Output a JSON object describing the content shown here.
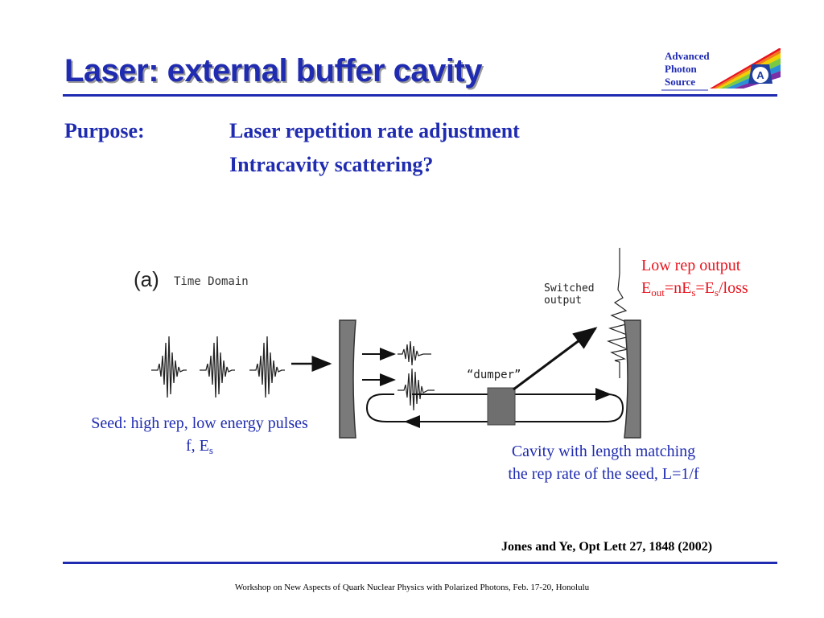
{
  "slide": {
    "title": "Laser: external buffer cavity",
    "logo": {
      "line1": "Advanced",
      "line2": "Photon",
      "line3": "Source"
    },
    "purpose_label": "Purpose:",
    "purpose_items": [
      "Laser repetition rate adjustment",
      "Intracavity scattering?"
    ]
  },
  "diagram": {
    "panel_label": "(a)",
    "panel_title": "Time Domain",
    "switched_label_1": "Switched",
    "switched_label_2": "output",
    "dumper_label": "“dumper”"
  },
  "annotations": {
    "low_rep": {
      "line1": "Low rep output",
      "e": "E",
      "out_sub": "out",
      "mid": "=nE",
      "s_sub": "s",
      "mid2": "=E",
      "s_sub2": "s",
      "tail": "/loss"
    },
    "seed": {
      "line1": "Seed: high rep, low energy pulses",
      "line2_prefix": "f, E",
      "line2_sub": "s"
    },
    "cavity": {
      "line1": "Cavity with length matching",
      "line2": "the rep rate of the seed, L=1/f"
    }
  },
  "reference": "Jones and Ye, Opt Lett 27, 1848 (2002)",
  "footer": "Workshop on New Aspects of Quark Nuclear Physics with Polarized Photons, Feb. 17-20, Honolulu",
  "colors": {
    "title_blue": "#1f2bb0",
    "note_red": "#e8141e",
    "mirror_gray": "#7a7a7a",
    "dumper_gray": "#6f6f6f"
  }
}
